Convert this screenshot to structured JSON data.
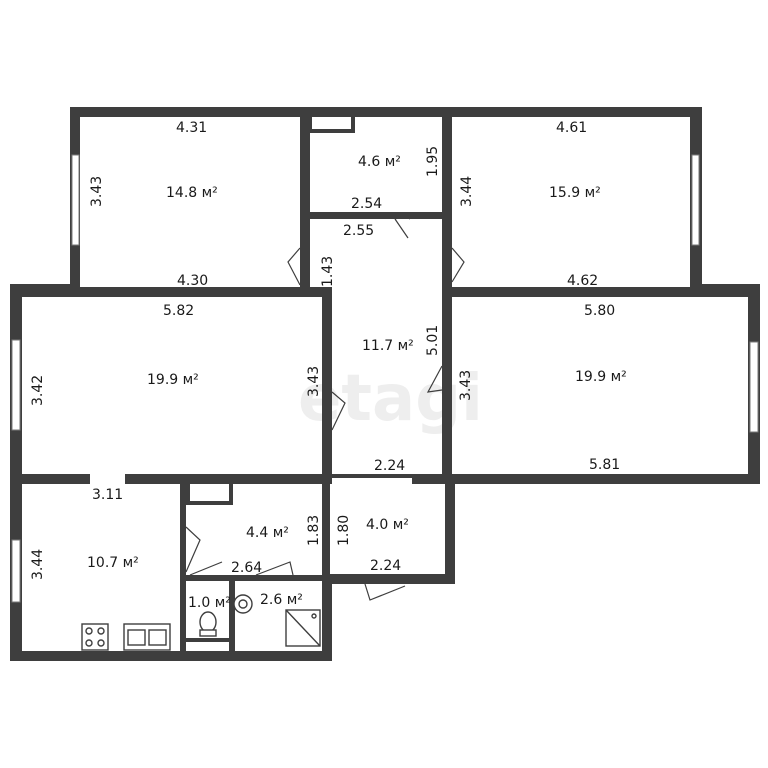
{
  "watermark": "etagi",
  "rooms": {
    "room_top_left": {
      "area": "14.8 м²",
      "dims": [
        "4.31",
        "3.43",
        "4.30"
      ]
    },
    "room_top_mid": {
      "area": "4.6 м²",
      "dims": [
        "1.95",
        "2.54"
      ]
    },
    "room_top_right": {
      "area": "15.9 м²",
      "dims": [
        "4.61",
        "3.44",
        "4.62"
      ]
    },
    "corridor": {
      "area": "11.7 м²",
      "dims": [
        "2.55",
        "1.43",
        "5.01",
        "2.24"
      ]
    },
    "room_mid_left": {
      "area": "19.9 м²",
      "dims": [
        "5.82",
        "3.42",
        "3.43"
      ]
    },
    "room_mid_right": {
      "area": "19.9 м²",
      "dims": [
        "5.80",
        "3.43",
        "5.81"
      ]
    },
    "kitchen": {
      "area": "10.7 м²",
      "dims": [
        "3.11",
        "3.44"
      ]
    },
    "hall": {
      "area": "4.4 м²",
      "dims": [
        "1.83",
        "2.64"
      ]
    },
    "entry": {
      "area": "4.0 м²",
      "dims": [
        "1.80",
        "2.24"
      ]
    },
    "wc": {
      "area": "1.0 м²"
    },
    "bath": {
      "area": "2.6 м²"
    }
  }
}
